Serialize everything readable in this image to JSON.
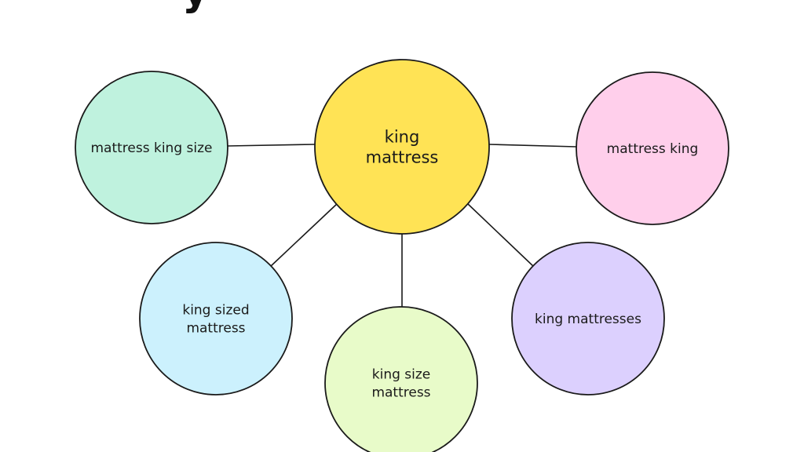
{
  "header": {
    "title_fragment": "y"
  },
  "center": {
    "lines": [
      "king",
      "mattress"
    ],
    "color": "#FFE355"
  },
  "nodes": [
    {
      "id": "mattress-king-size",
      "lines": [
        "mattress king size"
      ],
      "color": "#BFF2DE"
    },
    {
      "id": "mattress-king",
      "lines": [
        "mattress king"
      ],
      "color": "#FFCFEB"
    },
    {
      "id": "king-sized-mattress",
      "lines": [
        "king sized",
        "mattress"
      ],
      "color": "#CCF1FD"
    },
    {
      "id": "king-size-mattress",
      "lines": [
        "king size",
        "mattress"
      ],
      "color": "#E8FBC9"
    },
    {
      "id": "king-mattresses",
      "lines": [
        "king mattresses"
      ],
      "color": "#DCD0FE"
    }
  ],
  "stroke_color": "#1a1a1a"
}
